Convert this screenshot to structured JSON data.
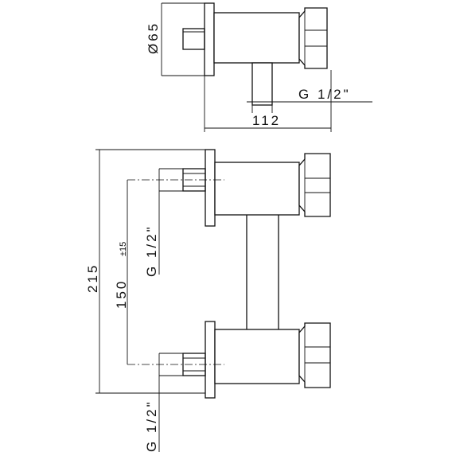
{
  "dimensions": {
    "diameter": "Ø65",
    "thread_top": "G 1/2\"",
    "depth": "112",
    "height": "215",
    "spacing": "150",
    "spacing_tolerance": "±15",
    "thread_upper": "G 1/2\"",
    "thread_lower": "G 1/2\""
  },
  "colors": {
    "line": "#111111",
    "background": "#ffffff"
  }
}
